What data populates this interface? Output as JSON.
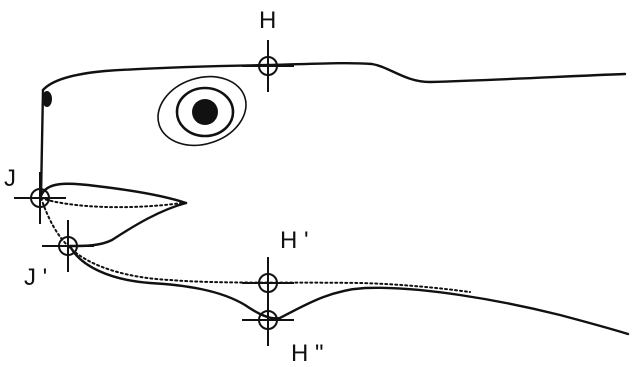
{
  "labels": {
    "h": "H",
    "j": "J",
    "j_prime": "J '",
    "h_prime": "H '",
    "h_double_prime": "H \""
  },
  "colors": {
    "ink": "#111111",
    "background": "#ffffff"
  }
}
